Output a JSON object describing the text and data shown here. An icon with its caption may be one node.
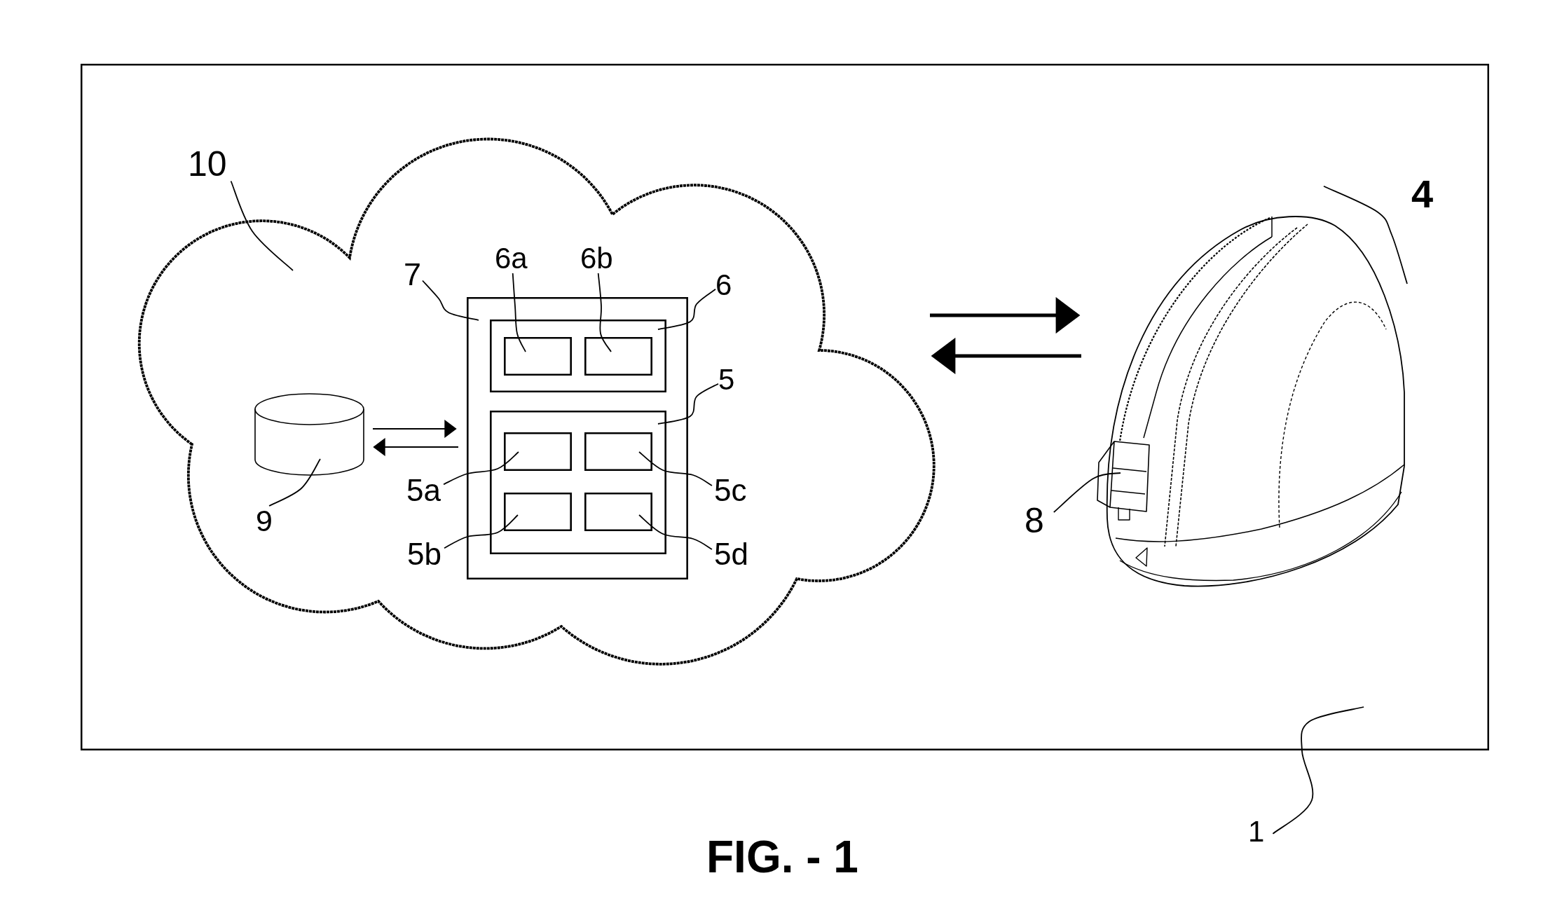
{
  "diagram": {
    "caption": "FIG. - 1",
    "nodes": [
      {
        "text": [],
        "shape": "box"
      },
      {
        "text": [
          "10"
        ],
        "in": 0
      },
      {
        "text": [],
        "shape": "cloud",
        "in": 0
      },
      {
        "text": [
          "7"
        ],
        "in": 2
      },
      {
        "text": [
          "6a"
        ],
        "in": 2
      },
      {
        "text": [
          "6b"
        ],
        "in": 2
      },
      {
        "text": [
          "6"
        ],
        "in": 2
      },
      {
        "text": [],
        "shape": "box",
        "in": 2
      },
      {
        "text": [],
        "shape": "box",
        "in": 7
      },
      {
        "text": [],
        "shape": "box",
        "in": 8
      },
      {
        "text": [],
        "shape": "box",
        "in": 8
      },
      {
        "text": [
          "5"
        ],
        "in": 2
      },
      {
        "text": [],
        "shape": "box",
        "in": 7
      },
      {
        "text": [],
        "shape": "box",
        "in": 12
      },
      {
        "text": [],
        "shape": "box",
        "in": 12
      },
      {
        "text": [],
        "shape": "box",
        "in": 12
      },
      {
        "text": [],
        "shape": "box",
        "in": 12
      },
      {
        "text": [],
        "shape": "cylinder",
        "in": 2
      },
      {
        "text": [
          "9"
        ],
        "in": 2
      },
      {
        "text": [
          "5a"
        ],
        "in": 2
      },
      {
        "text": [
          "5c"
        ],
        "in": 2
      },
      {
        "text": [
          "5b"
        ],
        "in": 2
      },
      {
        "text": [
          "5d"
        ],
        "in": 2
      },
      {
        "text": [
          "4"
        ],
        "in": 0
      },
      {
        "text": [],
        "shape": "picture",
        "in": 0
      },
      {
        "text": [],
        "shape": "picture",
        "in": 24
      },
      {
        "text": [
          "8"
        ],
        "in": 0
      },
      {
        "text": [
          "1"
        ]
      }
    ],
    "edges": [
      {
        "from": 1,
        "to": 2,
        "arrow": "none"
      },
      {
        "from": 3,
        "to": 7,
        "arrow": "none"
      },
      {
        "from": 4,
        "to": 9,
        "arrow": "none"
      },
      {
        "from": 5,
        "to": 10,
        "arrow": "none"
      },
      {
        "from": 6,
        "to": 8,
        "arrow": "none"
      },
      {
        "from": 11,
        "to": 12,
        "arrow": "none"
      },
      {
        "from": 17,
        "to": 7,
        "arrow": "to"
      },
      {
        "from": 7,
        "to": 17,
        "arrow": "to"
      },
      {
        "from": 18,
        "to": 17,
        "arrow": "none"
      },
      {
        "from": 19,
        "to": 13,
        "arrow": "none"
      },
      {
        "from": 20,
        "to": 14,
        "arrow": "none"
      },
      {
        "from": 21,
        "to": 15,
        "arrow": "none"
      },
      {
        "from": 22,
        "to": 16,
        "arrow": "none"
      },
      {
        "from": 2,
        "to": 24,
        "arrow": "to",
        "style": "thick"
      },
      {
        "from": 24,
        "to": 2,
        "arrow": "to",
        "style": "thick"
      },
      {
        "from": 23,
        "to": 24,
        "arrow": "none"
      },
      {
        "from": 26,
        "to": 25,
        "arrow": "none"
      },
      {
        "from": 27,
        "to": 0,
        "arrow": "none"
      }
    ]
  }
}
